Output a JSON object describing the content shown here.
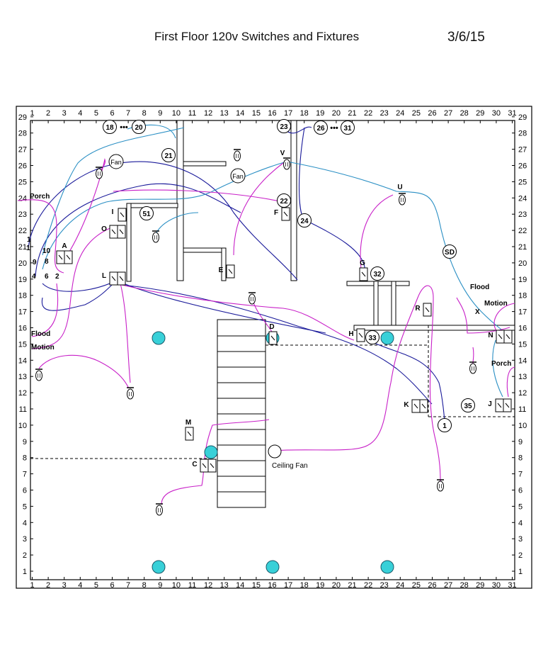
{
  "title": "First Floor 120v Switches and Fixtures",
  "date": "3/6/15",
  "grid": {
    "x_labels": [
      "1",
      "2",
      "3",
      "4",
      "5",
      "6",
      "7",
      "8",
      "9",
      "10",
      "11",
      "12",
      "13",
      "14",
      "15",
      "16",
      "17",
      "18",
      "19",
      "20",
      "21",
      "22",
      "23",
      "24",
      "25",
      "26",
      "27",
      "28",
      "29",
      "30",
      "31"
    ],
    "y_labels": [
      "1",
      "2",
      "3",
      "4",
      "5",
      "6",
      "7",
      "8",
      "9",
      "10",
      "11",
      "12",
      "13",
      "14",
      "15",
      "16",
      "17",
      "18",
      "19",
      "20",
      "21",
      "22",
      "23",
      "24",
      "25",
      "26",
      "27",
      "28",
      "29"
    ]
  },
  "switches": [
    {
      "id": "A",
      "label": "A",
      "gang": 2
    },
    {
      "id": "I",
      "label": "I",
      "gang": 1
    },
    {
      "id": "O",
      "label": "O",
      "gang": 2
    },
    {
      "id": "L",
      "label": "L",
      "gang": 2
    },
    {
      "id": "F",
      "label": "F",
      "gang": 1
    },
    {
      "id": "E",
      "label": "E",
      "gang": 1
    },
    {
      "id": "G",
      "label": "G",
      "gang": 1
    },
    {
      "id": "H",
      "label": "H",
      "gang": 1
    },
    {
      "id": "D",
      "label": "D",
      "gang": 1
    },
    {
      "id": "R",
      "label": "R",
      "gang": 1
    },
    {
      "id": "N",
      "label": "N",
      "gang": 2
    },
    {
      "id": "J",
      "label": "J",
      "gang": 2
    },
    {
      "id": "K",
      "label": "K",
      "gang": 2
    },
    {
      "id": "M",
      "label": "M",
      "gang": 1
    },
    {
      "id": "C",
      "label": "C",
      "gang": 2
    },
    {
      "id": "V",
      "label": "V",
      "gang": 1
    },
    {
      "id": "U",
      "label": "U",
      "gang": 1
    }
  ],
  "circuits": [
    "18",
    "20",
    "21",
    "23",
    "26",
    "31",
    "51",
    "22",
    "24",
    "32",
    "33",
    "35",
    "1",
    "SD"
  ],
  "circuit_dots": [
    "•••",
    "•••"
  ],
  "texts": {
    "fan1": "Fan",
    "fan2": "Fan",
    "ceiling_fan": "Ceiling Fan",
    "porch_left": "Porch",
    "flood_left": "Flood",
    "motion_left": "Motion",
    "flood_right": "Flood",
    "motion_right": "Motion",
    "porch_right": "Porch",
    "x_label": "X",
    "left_nums": [
      "1",
      "1",
      "10",
      "9",
      "8",
      "4",
      "6",
      "2"
    ]
  },
  "colors": {
    "blue": "#1a1a9a",
    "cyan": "#2a8fc4",
    "magenta": "#c820c8",
    "light": "#38d0d8",
    "black": "#000000"
  }
}
